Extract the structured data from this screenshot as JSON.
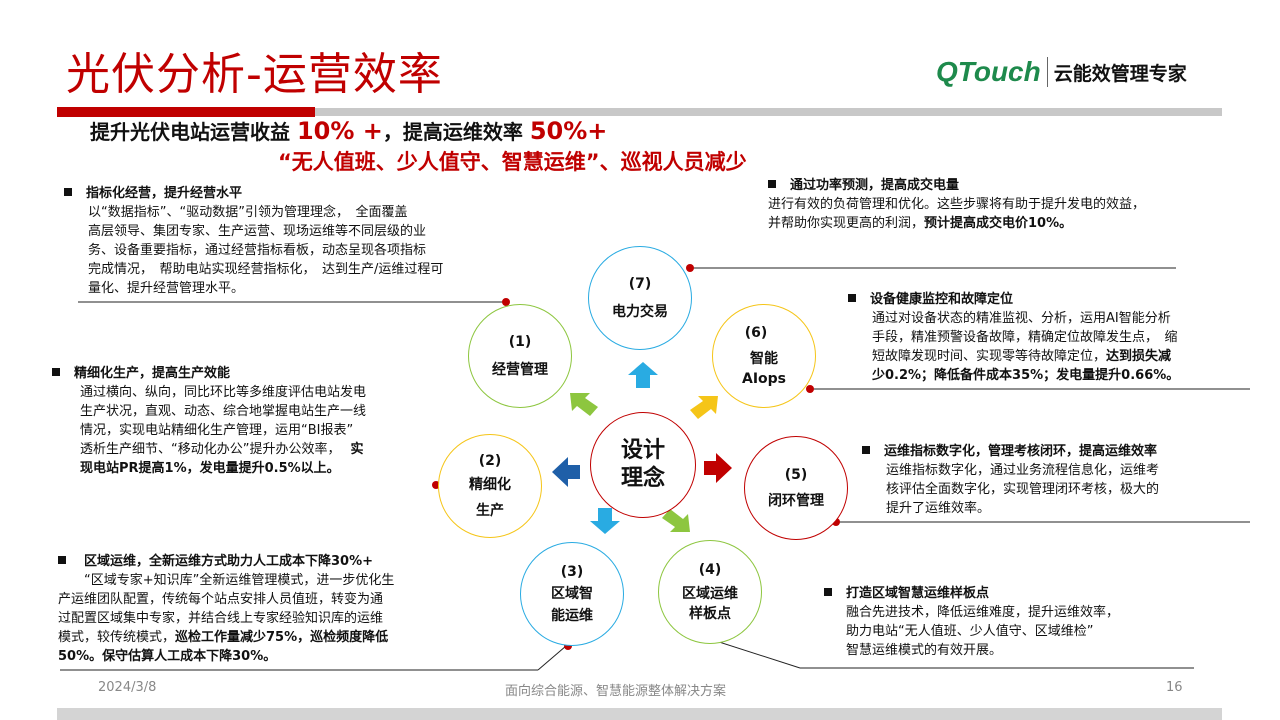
{
  "title": "光伏分析-运营效率",
  "logo": {
    "brand": "QTouch",
    "tagline": "云能效管理专家",
    "color": "#1e8a4c"
  },
  "colors": {
    "accent": "#c00000",
    "text": "#111111",
    "gray": "#c8c8c8"
  },
  "headline": {
    "part1": "提升光伏电站运营收益",
    "val1": "10% +",
    "part2": "，提高运维效率",
    "val2": "50%+",
    "line2": "“无人值班、少人值守、智慧运维”、巡视人员减少"
  },
  "center": {
    "line1": "设计",
    "line2": "理念"
  },
  "circles": [
    {
      "num": "(1)",
      "line1": "经营管理",
      "line2": "",
      "color": "#8dc63f"
    },
    {
      "num": "(2)",
      "line1": "精细化",
      "line2": "生产",
      "color": "#f5c518"
    },
    {
      "num": "(3)",
      "line1": "区域智",
      "line2": "能运维",
      "color": "#29abe2"
    },
    {
      "num": "(4)",
      "line1": "区域运维",
      "line2": "样板点",
      "color": "#8dc63f"
    },
    {
      "num": "(5)",
      "line1": "闭环管理",
      "line2": "",
      "color": "#c00000"
    },
    {
      "num": "(6)",
      "line1": "智能",
      "line2": "AIops",
      "color": "#f5c518"
    },
    {
      "num": "(7)",
      "line1": "电力交易",
      "line2": "",
      "color": "#29abe2"
    }
  ],
  "blocks": {
    "b1": {
      "heading": "指标化经营，提升经营水平",
      "lines": [
        "以“数据指标”、“驱动数据”引领为管理理念，　全面覆盖",
        "高层领导、集团专家、生产运营、现场运维等不同层级的业",
        "务、设备重要指标，通过经营指标看板，动态呈现各项指标",
        "完成情况，　帮助电站实现经营指标化，　达到生产/运维过程可",
        "量化、提升经营管理水平。"
      ]
    },
    "b2": {
      "heading": "精细化生产，提高生产效能",
      "lines": [
        "通过横向、纵向，同比环比等多维度评估电站发电",
        "生产状况，直观、动态、综合地掌握电站生产一线",
        "情况，实现电站精细化生产管理，运用“BI报表”",
        "透析生产细节、“移动化办公”提升办公效率，"
      ],
      "bold1": "实",
      "bold2": "现电站PR提高1%，发电量提升0.5%以上。"
    },
    "b3": {
      "heading": "区域运维，全新运维方式助力人工成本下降30%+",
      "lines": [
        "“区域专家+知识库”全新运维管理模式，进一步优化生",
        "产运维团队配置，传统每个站点安排人员值班，转变为通",
        "过配置区域集中专家，并结合线上专家经验知识库的运维",
        "模式，较传统模式，"
      ],
      "bold1": "巡检工作量减少75%，巡检频度降低",
      "bold2": "50%。保守估算人工成本下降30%。"
    },
    "b4": {
      "heading": "打造区域智慧运维样板点",
      "lines": [
        "融合先进技术，降低运维难度，提升运维效率，",
        "助力电站“无人值班、少人值守、区域维检”",
        "智慧运维模式的有效开展。"
      ]
    },
    "b5": {
      "heading": "运维指标数字化，管理考核闭环，提高运维效率",
      "lines": [
        "运维指标数字化，通过业务流程信息化，运维考",
        "核评估全面数字化，实现管理闭环考核，极大的",
        "提升了运维效率。"
      ]
    },
    "b6": {
      "heading": "设备健康监控和故障定位",
      "lines": [
        "通过对设备状态的精准监视、分析，运用AI智能分析",
        "手段，精准预警设备故障，精确定位故障发生点，　缩",
        "短故障发现时间、实现零等待故障定位，"
      ],
      "bold1": "达到损失减",
      "bold2": "少0.2%；降低备件成本35%；发电量提升0.66%。"
    },
    "b7": {
      "heading": "通过功率预测，提高成交电量",
      "lines": [
        "进行有效的负荷管理和优化。这些步骤将有助于提升发电的效益，",
        "并帮助你实现更高的利润，"
      ],
      "bold1": "预计提高成交电价10%。"
    }
  },
  "footer": {
    "date": "2024/3/8",
    "center": "面向综合能源、智慧能源整体解决方案",
    "page": "16"
  }
}
